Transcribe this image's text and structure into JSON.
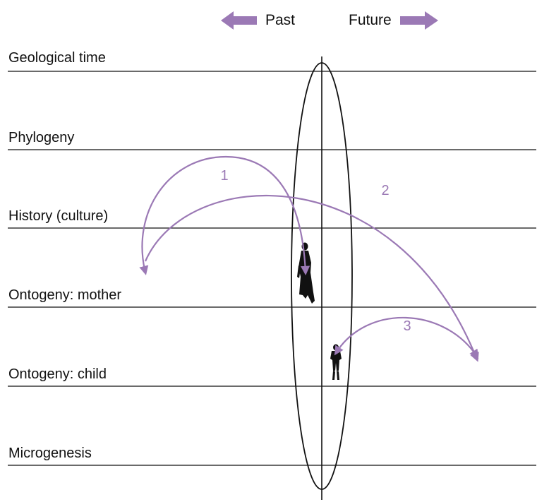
{
  "direction": {
    "past_label": "Past",
    "future_label": "Future"
  },
  "levels": [
    {
      "id": "geological-time",
      "label": "Geological time"
    },
    {
      "id": "phylogeny",
      "label": "Phylogeny"
    },
    {
      "id": "history",
      "label": "History (culture)"
    },
    {
      "id": "ontogeny-mother",
      "label": "Ontogeny: mother"
    },
    {
      "id": "ontogeny-child",
      "label": "Ontogeny: child"
    },
    {
      "id": "microgenesis",
      "label": "Microgenesis"
    }
  ],
  "arcs": [
    {
      "id": "arc-1",
      "label": "1"
    },
    {
      "id": "arc-2",
      "label": "2"
    },
    {
      "id": "arc-3",
      "label": "3"
    }
  ],
  "figures": [
    {
      "id": "mother",
      "icon": "mother-figure-icon"
    },
    {
      "id": "child",
      "icon": "child-figure-icon"
    }
  ],
  "colors": {
    "accent": "#9b79b5",
    "line": "#111111",
    "background": "#ffffff"
  }
}
